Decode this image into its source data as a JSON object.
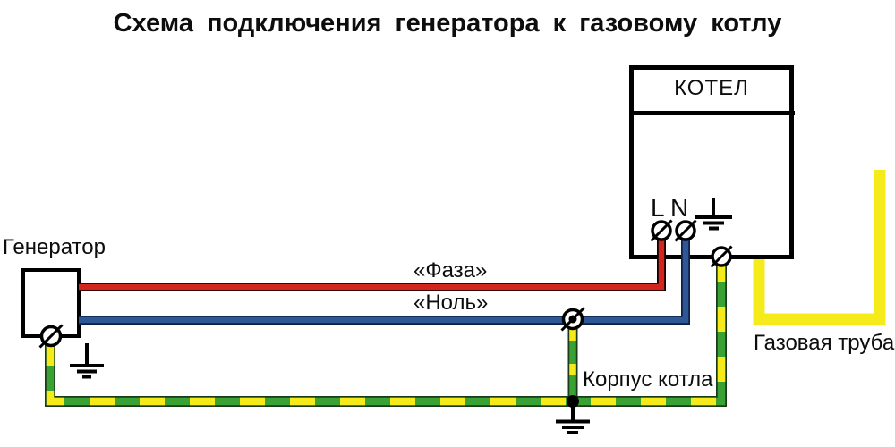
{
  "title": "Схема подключения генератора к газовому котлу",
  "generator": {
    "label": "Генератор"
  },
  "boiler": {
    "label": "КОТЕЛ",
    "terminal_l": "L",
    "terminal_n": "N"
  },
  "wires": {
    "phase": {
      "label": "«Фаза»",
      "color": "#d2251d"
    },
    "neutral": {
      "label": "«Ноль»",
      "color": "#2e5795"
    },
    "ground": {
      "label": "Корпус котла",
      "green": "#3aa235",
      "yellow": "#f5eb1a",
      "outline": "#1a3a1a"
    }
  },
  "pipe": {
    "label": "Газовая труба",
    "color": "#f5eb1a"
  }
}
